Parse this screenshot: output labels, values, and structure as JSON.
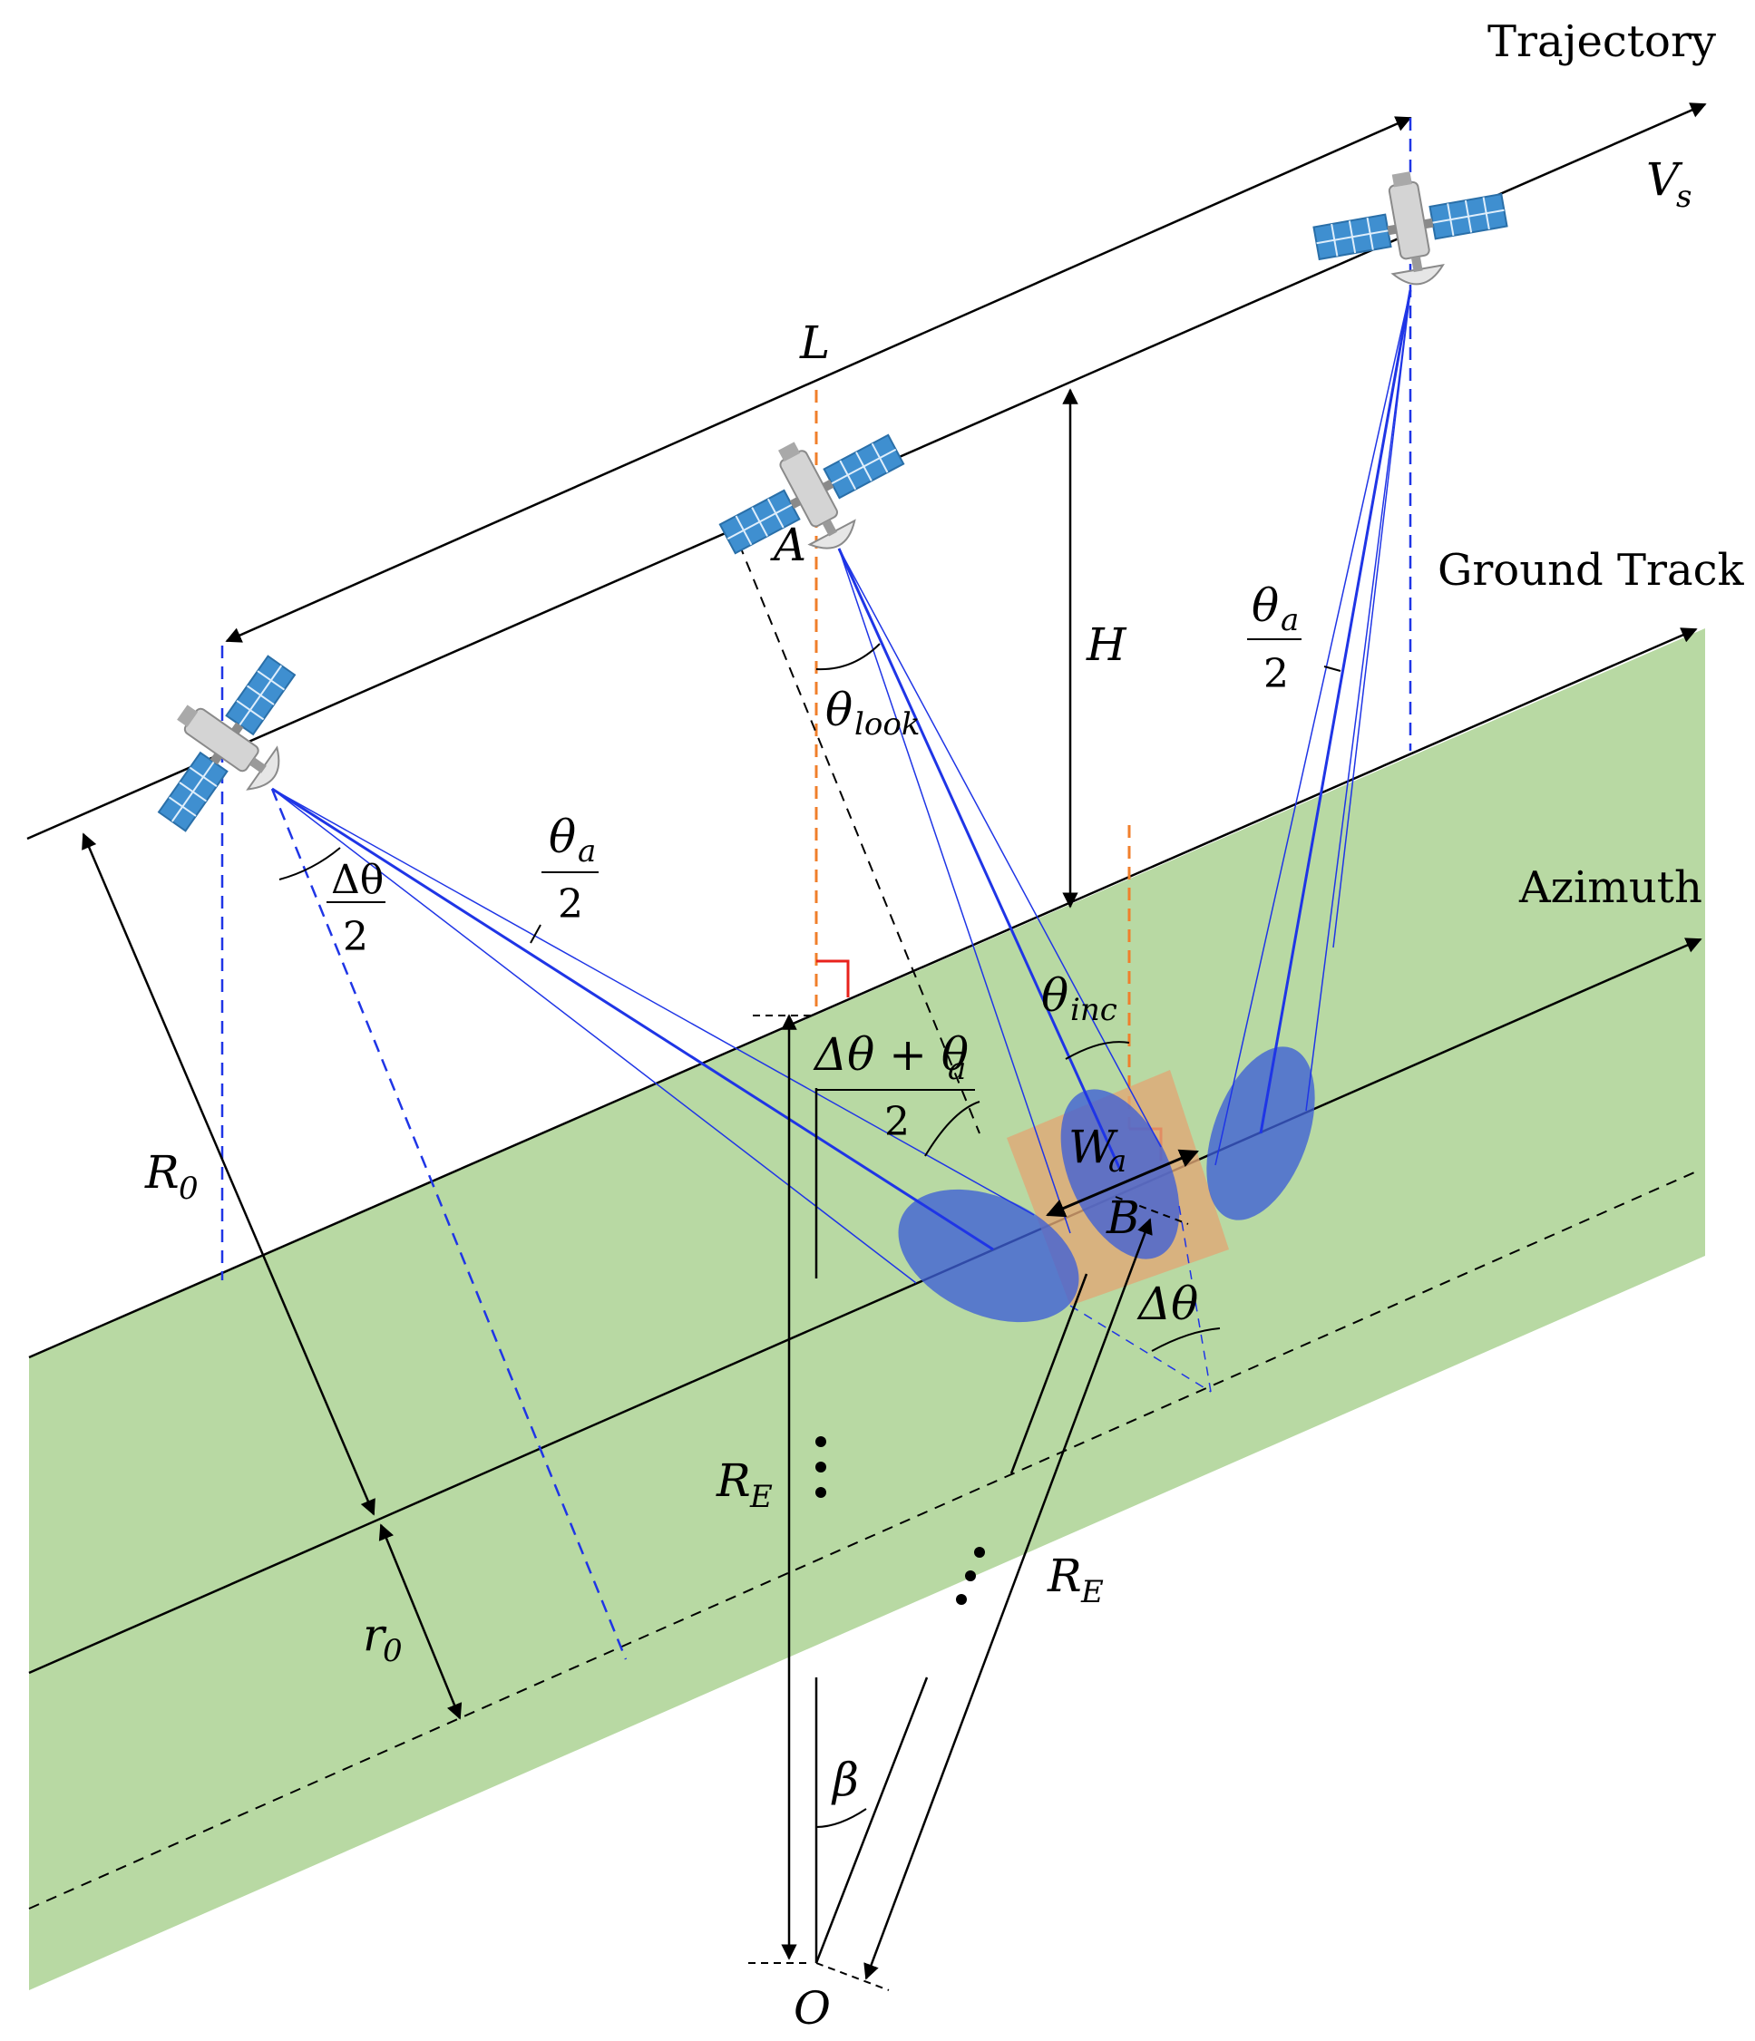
{
  "labels": {
    "trajectory": "Trajectory",
    "ground_track": "Ground Track",
    "azimuth": "Azimuth",
    "vs_main": "V",
    "vs_sub": "s",
    "L": "L",
    "A": "A",
    "H": "H",
    "B": "B",
    "O": "O",
    "beta": "β",
    "theta": "θ",
    "look_sub": "look",
    "inc_sub": "inc",
    "a_sub": "a",
    "delta_theta": "Δθ",
    "two": "2",
    "dtheta_plus_theta": "Δθ + θ",
    "R": "R",
    "zero_sub": "0",
    "E_sub": "E",
    "r": "r",
    "W": "W"
  },
  "colors": {
    "ground": "#b8d9a3",
    "beam": "#1f35e6",
    "footprint": "#3d5fd6",
    "patch": "#e0a875",
    "vertical_ref": "#f07f2b",
    "right_angle": "#e8221c",
    "solar_panel": "#3f8fd0",
    "satellite_body": "#c8c8c8"
  },
  "icons": [
    "satellite-icon",
    "satellite-icon",
    "satellite-icon"
  ]
}
